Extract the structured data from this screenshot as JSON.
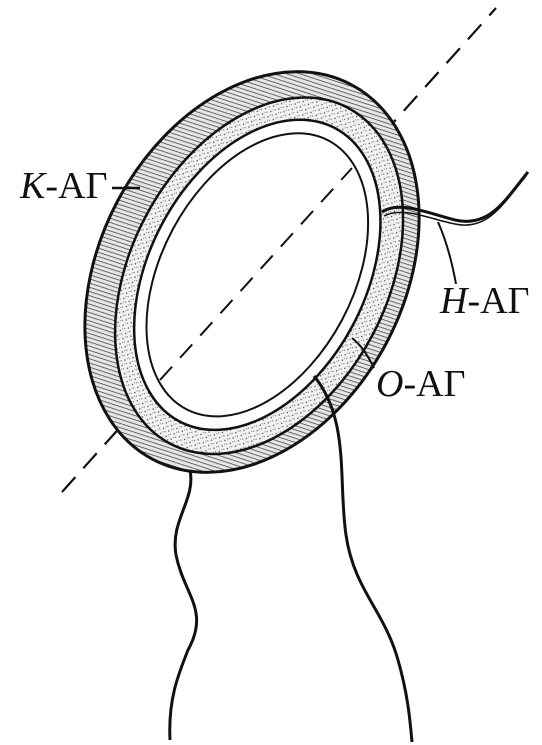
{
  "labels": {
    "k_antigen": {
      "letter": "K",
      "suffix": "-АГ"
    },
    "h_antigen": {
      "letter": "H",
      "suffix": "-АГ"
    },
    "o_antigen": {
      "letter": "O",
      "suffix": "-АГ"
    }
  },
  "colors": {
    "ink": "#111111",
    "capsule_fill": "#d8d8d8",
    "wall_fill": "#eeeeee",
    "background": "#ffffff"
  }
}
